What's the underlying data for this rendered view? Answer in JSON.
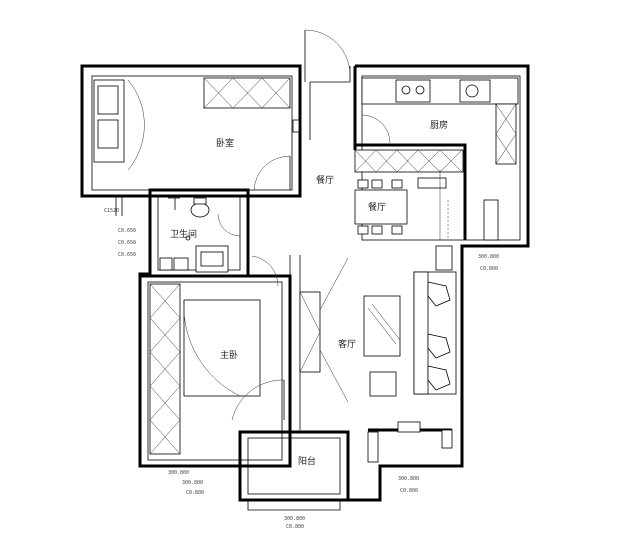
{
  "rooms": {
    "bedroom_top": "卧室",
    "bathroom": "卫生间",
    "corridor": "餐厅",
    "kitchen": "厨房",
    "dining": "餐厅",
    "bedroom_main": "主卧",
    "living": "客厅",
    "balcony": "阳台"
  },
  "dimensions": {
    "win_top_left": "C1520",
    "bath_dim1": "C0.650",
    "bath_dim2": "C0.650",
    "bath_dim3": "C0.650",
    "kitchen_win1": "300.800",
    "kitchen_win2": "C0.800",
    "bed_win": "300.800",
    "balcony_win1": "300.800",
    "balcony_win2": "C0.800",
    "bottom_win1": "300.800",
    "bottom_win2": "C0.800"
  },
  "colors": {
    "wall": "#000000",
    "background": "#ffffff"
  }
}
